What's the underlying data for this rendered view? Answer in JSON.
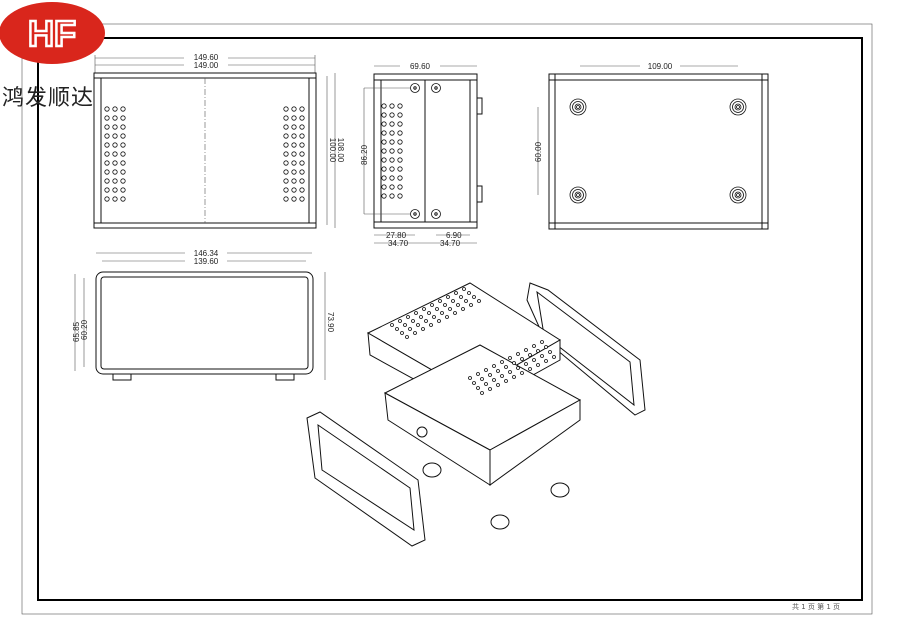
{
  "logo": {
    "text": "HF",
    "color": "#d9261c"
  },
  "brand_name": "鸿发顺达",
  "footer": "共 1 页 第 1 页",
  "views": {
    "top": {
      "width_outer": "149.60",
      "width_inner": "149.00",
      "height_inner": "100.00",
      "height_outer": "108.00"
    },
    "side": {
      "width": "69.60",
      "hole_spacing": "86.20",
      "offset_left": "27.80",
      "offset_right": "6.90",
      "half_left": "34.70",
      "half_right": "34.70"
    },
    "bottom": {
      "feet_x": "109.00",
      "feet_y": "60.00"
    },
    "front": {
      "width_outer": "146.34",
      "width_inner": "139.60",
      "height_a": "65.85",
      "height_b": "60.20",
      "height_total": "73.90"
    }
  }
}
